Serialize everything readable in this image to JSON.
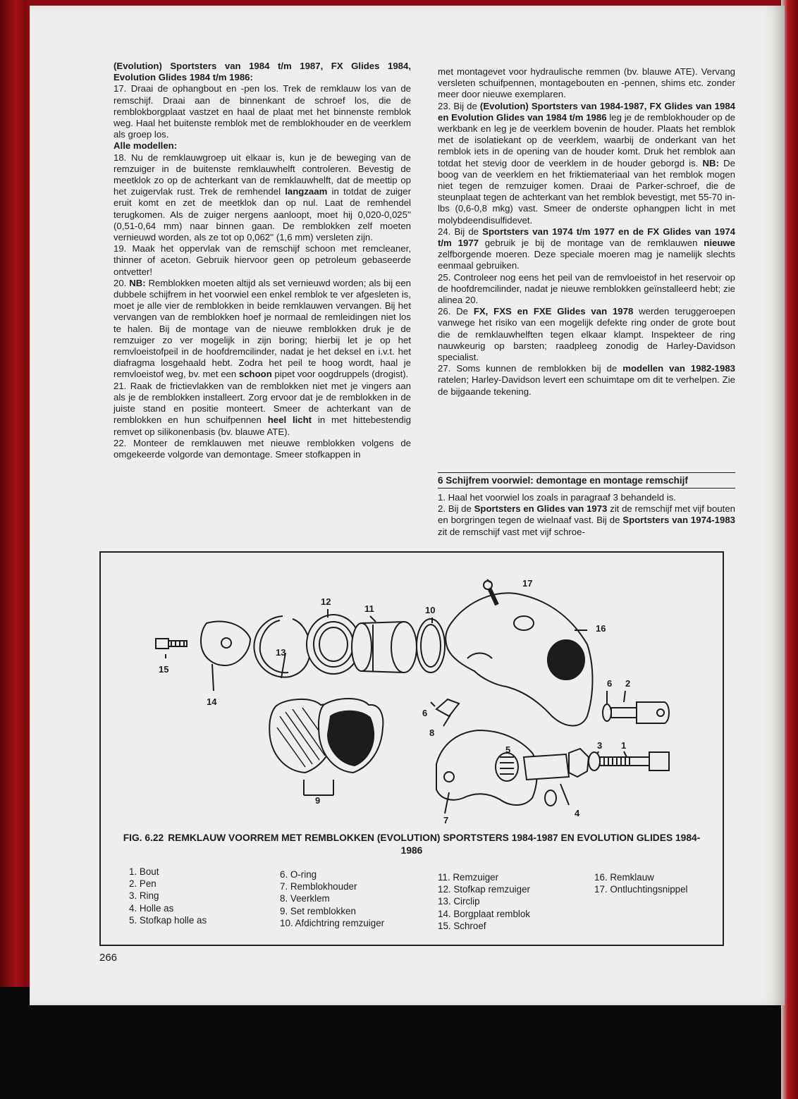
{
  "left_column": {
    "heading1": "(Evolution) Sportsters van 1984 t/m 1987, FX Glides 1984, Evolution Glides 1984 t/m 1986:",
    "p17": "17. Draai de ophangbout en -pen los. Trek de remklauw los van de remschijf. Draai aan de binnenkant de schroef los, die de remblokborgplaat vastzet en haal de plaat met het binnenste remblok weg. Haal het buitenste remblok met de remblokhouder en de veerklem als groep los.",
    "heading2": "Alle modellen:",
    "p18_a": "18. Nu de remklauwgroep uit elkaar is, kun je de beweging van de remzuiger in de buitenste remklauwhelft controleren. Bevestig de meetklok zo op de achterkant van de remklauwhelft, dat de meettip op het zuigervlak rust. Trek de remhendel ",
    "p18_b": "langzaam",
    "p18_c": " in totdat de zuiger eruit komt en zet de meetklok dan op nul. Laat de remhendel terugkomen. Als de zuiger nergens aanloopt, moet hij 0,020-0,025'' (0,51-0,64 mm) naar binnen gaan. De remblokken zelf moeten vernieuwd worden, als ze tot op 0,062'' (1,6 mm) versleten zijn.",
    "p19": "19. Maak het oppervlak van de remschijf schoon met remcleaner, thinner of aceton. Gebruik hiervoor geen op petroleum gebaseerde ontvetter!",
    "p20_a": "20. ",
    "p20_b": "NB:",
    "p20_c": " Remblokken moeten altijd als set vernieuwd worden; als bij een dubbele schijfrem in het voorwiel een enkel remblok te ver afgesleten is, moet je alle vier de remblokken in beide remklauwen vervangen. Bij het vervangen van de remblokken hoef je normaal de remleidingen niet los te halen. Bij de montage van de nieuwe remblokken druk je de remzuiger zo ver mogelijk in zijn boring; hierbij let je op het remvloeistofpeil in de hoofdremcilinder, nadat je het deksel en i.v.t. het diafragma losgehaald hebt. Zodra het peil te hoog wordt, haal je remvloeistof weg, bv. met een ",
    "p20_d": "schoon",
    "p20_e": " pipet voor oogdruppels (drogist).",
    "p21_a": "21. Raak de frictievlakken van de remblokken niet met je vingers aan als je de remblokken installeert. Zorg ervoor dat je de remblokken in de juiste stand en positie monteert. Smeer de achterkant van de remblokken en hun schuifpennen ",
    "p21_b": "heel licht",
    "p21_c": " in met hittebestendig remvet op silikonenbasis (bv. blauwe ATE).",
    "p22": "22. Monteer de remklauwen met nieuwe remblokken volgens de omgekeerde volgorde van demontage. Smeer stofkappen in"
  },
  "right_column": {
    "p22_cont": "met montagevet voor hydraulische remmen (bv. blauwe ATE). Vervang versleten schuifpennen, montagebouten en -pennen, shims etc. zonder meer door nieuwe exemplaren.",
    "p23_a": "23. Bij de ",
    "p23_b": "(Evolution) Sportsters van 1984-1987, FX Glides van 1984 en Evolution Glides van 1984 t/m 1986",
    "p23_c": " leg je de remblokhouder op de werkbank en leg je de veerklem bovenin de houder. Plaats het remblok met de isolatiekant op de veerklem, waarbij de onderkant van het remblok iets in de opening van de houder komt. Druk het remblok aan totdat het stevig door de veerklem in de houder geborgd is. ",
    "p23_d": "NB:",
    "p23_e": " De boog van de veerklem en het friktiemateriaal van het remblok mogen niet tegen de remzuiger komen. Draai de Parker-schroef, die de steunplaat tegen de achterkant van het remblok bevestigt, met 55-70 in-lbs (0,6-0,8 mkg) vast. Smeer de onderste ophangpen licht in met molybdeendisulfidevet.",
    "p24_a": "24. Bij de ",
    "p24_b": "Sportsters van 1974 t/m 1977 en de FX Glides van 1974 t/m 1977",
    "p24_c": " gebruik je bij de montage van de remklauwen ",
    "p24_d": "nieuwe",
    "p24_e": " zelfborgende moeren. Deze speciale moeren mag je namelijk slechts eenmaal gebruiken.",
    "p25": "25. Controleer nog eens het peil van de remvloeistof in het reservoir op de hoofdremcilinder, nadat je nieuwe remblokken geïnstalleerd hebt; zie alinea 20.",
    "p26_a": "26. De ",
    "p26_b": "FX, FXS en FXE Glides van 1978",
    "p26_c": " werden teruggeroepen vanwege het risiko van een mogelijk defekte ring onder de grote bout die de remklauwhelften tegen elkaar klampt. Inspekteer de ring nauwkeurig op barsten; raadpleeg zonodig de Harley-Davidson specialist.",
    "p27_a": "27. Soms kunnen de remblokken bij de ",
    "p27_b": "modellen van 1982-1983",
    "p27_c": " ratelen; Harley-Davidson levert een schuimtape om dit te verhelpen. Zie de bijgaande tekening.",
    "section_heading": "6 Schijfrem voorwiel: demontage en montage remschijf",
    "s1": "1. Haal het voorwiel los zoals in paragraaf 3 behandeld is.",
    "s2_a": "2. Bij de ",
    "s2_b": "Sportsters en Glides van 1973",
    "s2_c": " zit de remschijf met vijf bouten en borgringen tegen de wielnaaf vast. Bij de ",
    "s2_d": "Sportsters van 1974-1983",
    "s2_e": " zit de remschijf vast met vijf schroe-"
  },
  "figure": {
    "labels": [
      "1",
      "2",
      "3",
      "4",
      "5",
      "6",
      "6",
      "7",
      "8",
      "9",
      "10",
      "11",
      "12",
      "13",
      "14",
      "15",
      "16",
      "17"
    ],
    "caption_a": "FIG. 6.22",
    "caption_b": "REMKLAUW VOORREM MET REMBLOKKEN (EVOLUTION) SPORTSTERS 1984-1987 EN EVOLUTION GLIDES 1984-1986",
    "legend": [
      [
        "1. Bout",
        "2. Pen",
        "3. Ring",
        "4. Holle as",
        "5. Stofkap holle as"
      ],
      [
        "6. O-ring",
        "7. Remblokhouder",
        "8. Veerklem",
        "9. Set remblokken",
        "10. Afdichtring remzuiger"
      ],
      [
        "11. Remzuiger",
        "12. Stofkap remzuiger",
        "13. Circlip",
        "14. Borgplaat remblok",
        "15. Schroef"
      ],
      [
        "16. Remklauw",
        "17. Ontluchtingsnippel"
      ]
    ]
  },
  "page_number": "266"
}
